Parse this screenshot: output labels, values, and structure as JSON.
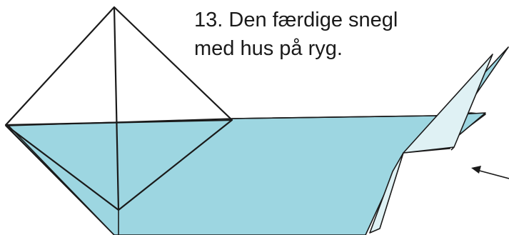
{
  "caption": {
    "line1": "13. Den færdige snegl",
    "line2": "med hus på ryg."
  },
  "colors": {
    "paper": "#9dd6e1",
    "paper_light": "#dff1f4",
    "outline": "#1a1a1a"
  },
  "arrow": {
    "direction": "left"
  }
}
